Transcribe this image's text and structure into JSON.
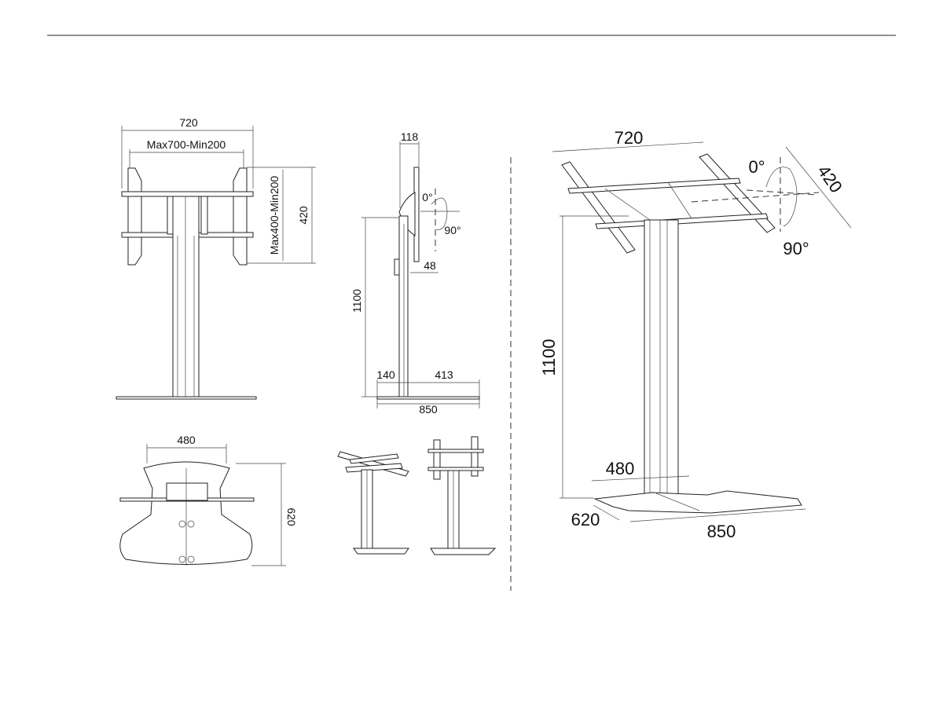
{
  "front_view": {
    "width": "720",
    "vesa_width": "Max700-Min200",
    "vesa_height": "Max400-Min200",
    "height": "420"
  },
  "side_view": {
    "depth_top": "118",
    "tilt_start": "0°",
    "tilt_end": "90°",
    "offset": "48",
    "height": "1100",
    "front_base": "140",
    "rear_base": "413",
    "base_depth": "850"
  },
  "plan_view": {
    "width": "480",
    "depth": "620"
  },
  "iso_view": {
    "width": "720",
    "depth": "420",
    "tilt_start": "0°",
    "tilt_end": "90°",
    "height": "1100",
    "base_width": "480",
    "base_side": "620",
    "base_depth": "850"
  }
}
